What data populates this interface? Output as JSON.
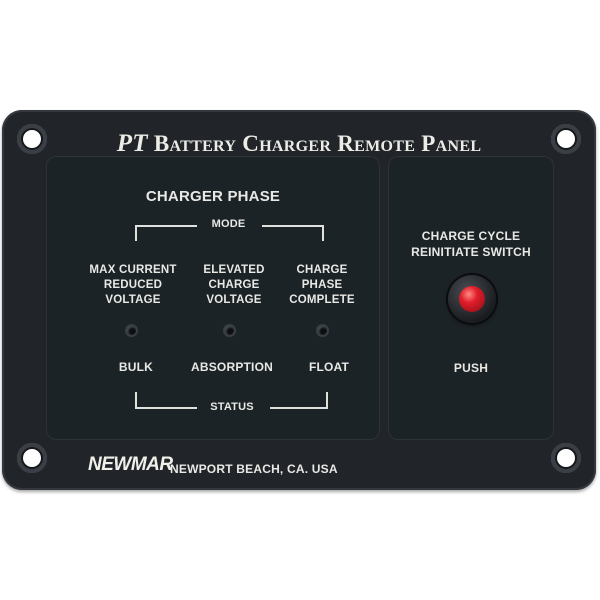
{
  "panel": {
    "title_pt": "PT",
    "title": "Battery Charger Remote Panel"
  },
  "left": {
    "phase_label": "CHARGER PHASE",
    "mode_label": "MODE",
    "status_label": "STATUS",
    "columns": [
      {
        "description": [
          "MAX CURRENT",
          "REDUCED",
          "VOLTAGE"
        ],
        "status": "BULK"
      },
      {
        "description": [
          "ELEVATED",
          "CHARGE",
          "VOLTAGE"
        ],
        "status": "ABSORPTION"
      },
      {
        "description": [
          "CHARGE",
          "PHASE",
          "COMPLETE"
        ],
        "status": "FLOAT"
      }
    ]
  },
  "right": {
    "switch_label": [
      "CHARGE CYCLE",
      "REINITIATE SWITCH"
    ],
    "push_label": "PUSH"
  },
  "footer": {
    "brand": "NEWMAR",
    "location": "NEWPORT BEACH, CA. USA"
  },
  "colors": {
    "plate": "#212429",
    "panel": "#1c2327",
    "text": "#e8e8e4",
    "switch": "#e01e2a"
  }
}
